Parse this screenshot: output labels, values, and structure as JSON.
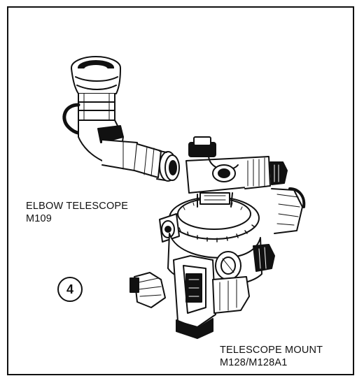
{
  "figure_number": "4",
  "labels": {
    "elbow_telescope": {
      "name": "ELBOW TELESCOPE",
      "model": "M109"
    },
    "telescope_mount": {
      "name": "TELESCOPE MOUNT",
      "model": "M128/M128A1"
    }
  },
  "colors": {
    "ink": "#111111",
    "paper": "#ffffff"
  }
}
